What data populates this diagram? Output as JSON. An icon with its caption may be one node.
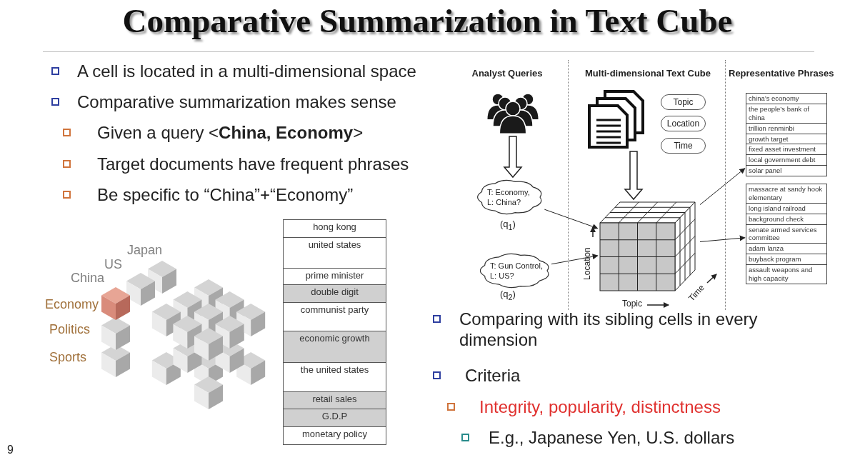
{
  "diagram": {
    "title": "Comparative Summarization in Text Cube",
    "nodes": [
      {
        "text": [],
        "shape": "person"
      },
      {
        "text": [
          "T: Economy, L: China?"
        ],
        "beside": [
          "(q$_{1}$)"
        ]
      },
      {
        "text": [
          "T: Gun Control, L: US?"
        ],
        "beside": [
          "(q$_{2}$)"
        ]
      },
      {
        "text": [],
        "shape": "document"
      },
      {
        "text": [
          "Topic"
        ]
      },
      {
        "text": [
          "Location"
        ]
      },
      {
        "text": [
          "Time"
        ]
      },
      {
        "text": [],
        "shape": "cube"
      },
      {
        "text": [
          "china’s economy",
          "the people’s bank of china",
          "trillion renminbi",
          "growth target",
          "fixed asset investment",
          "local government debt",
          "solar panel"
        ]
      },
      {
        "text": [
          "massacre at sandy hook elementary",
          "long island railroad",
          "background check",
          "senate armed services committee",
          "adam lanza",
          "buyback program",
          "assault weapons and high capacity"
        ]
      }
    ],
    "edges": [
      {
        "from": 0,
        "to": 1,
        "arrow": "to"
      },
      {
        "from": 3,
        "to": 7,
        "arrow": "to"
      },
      {
        "from": 1,
        "to": 7,
        "arrow": "to"
      },
      {
        "from": 2,
        "to": 7,
        "arrow": "to"
      },
      {
        "from": 7,
        "to": 8,
        "arrow": "to"
      },
      {
        "from": 7,
        "to": 9,
        "arrow": "to"
      }
    ],
    "labels": [
      "A cell is located in a multi-dimensional space",
      "Comparative summarization makes sense",
      "Given a query <**China, Economy**>",
      "Target documents have frequent phrases",
      "Be specific to “China”+“Economy”",
      "Analyst Queries",
      "Multi-dimensional Text Cube",
      "Representative Phrases",
      "Location",
      "Topic",
      "Time",
      "Japan",
      "US",
      "China",
      "Economy",
      "Politics",
      "Sports",
      "hong kong",
      "united states",
      "prime minister",
      "double digit",
      "communist party",
      "economic growth",
      "the united states",
      "retail sales",
      "G.D.P",
      "monetary policy",
      "Comparing with its sibling cells in every dimension",
      "Criteria",
      "Integrity, popularity, distinctness",
      "E.g., Japanese Yen, U.S. dollars",
      "9"
    ]
  }
}
